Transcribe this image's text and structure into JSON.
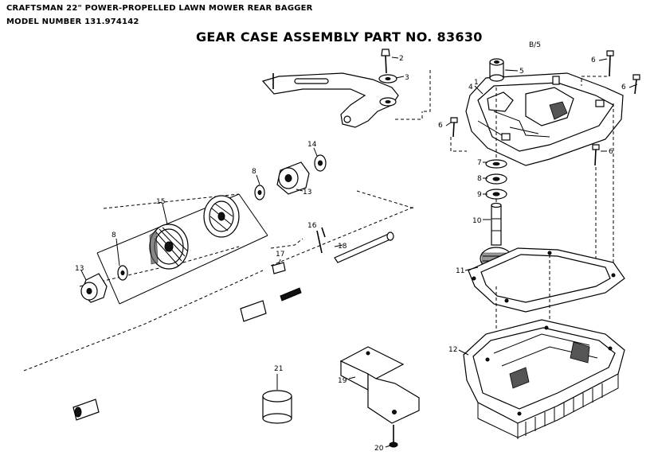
{
  "header": {
    "line1": "CRAFTSMAN 22\" POWER-PROPELLED LAWN MOWER REAR BAGGER",
    "line2": "MODEL NUMBER  131.974142"
  },
  "title": "GEAR CASE ASSEMBLY PART NO. 83630",
  "corner_mark": "B/5",
  "callouts": {
    "c1": "1",
    "c2": "2",
    "c3": "3",
    "c4": "4",
    "c5": "5",
    "c6a": "6",
    "c6b": "6",
    "c6c": "6",
    "c6d": "6",
    "c7": "7",
    "c8": "8",
    "c8b": "8",
    "c8c": "8",
    "c9": "9",
    "c10": "10",
    "c11": "11",
    "c12": "12",
    "c13a": "13",
    "c13b": "13",
    "c14": "14",
    "c15": "15",
    "c16": "16",
    "c17": "17",
    "c18": "18",
    "c19": "19",
    "c20": "20",
    "c21": "21"
  }
}
